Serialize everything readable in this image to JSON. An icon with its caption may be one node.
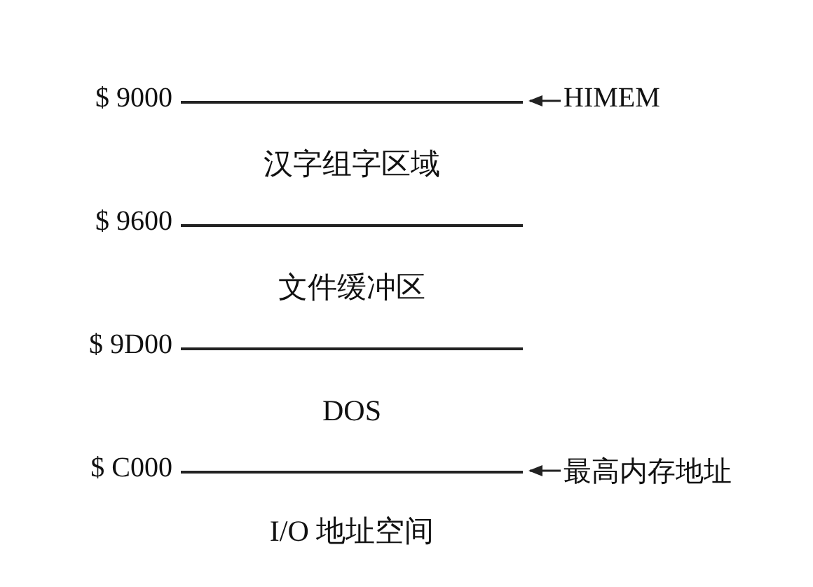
{
  "diagram": {
    "nodes": [
      {
        "text": [
          "汉字组字区域"
        ]
      },
      {
        "text": [
          "文件缓冲区"
        ]
      },
      {
        "text": [
          "DOS"
        ]
      },
      {
        "text": [
          "I/O 地址空间"
        ]
      },
      {
        "text": [
          "HIMEM"
        ]
      },
      {
        "text": [
          "最高内存地址"
        ]
      }
    ],
    "edges": [
      {
        "from": 4,
        "to": null,
        "arrow": "to"
      },
      {
        "from": 5,
        "to": null,
        "arrow": "to"
      }
    ],
    "labels": [
      "$ 9000",
      "$ 9600",
      "$ 9D00",
      "$ C000"
    ]
  }
}
